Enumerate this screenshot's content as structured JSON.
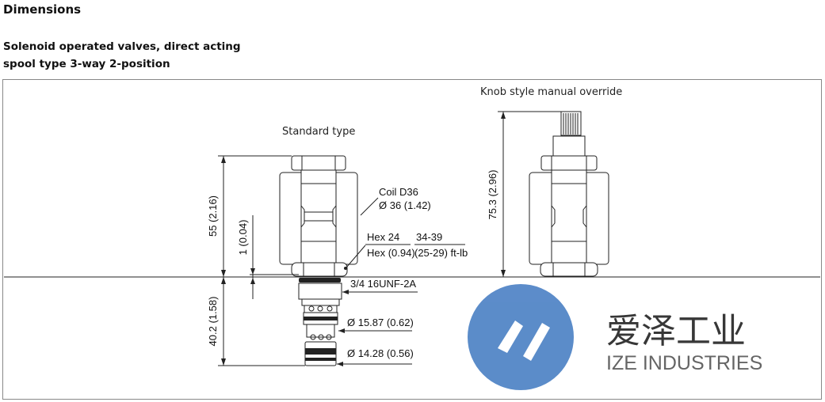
{
  "heading": "Dimensions",
  "subtitle_line1": "Solenoid operated valves, direct acting",
  "subtitle_line2": "spool type 3-way 2-position",
  "drawing": {
    "standard_caption": "Standard type",
    "knob_caption": "Knob style manual override",
    "dim_height_total": "55 (2.16)",
    "dim_offset": "1 (0.04)",
    "dim_cartridge": "40.2 (1.58)",
    "dim_knob_height": "75.3 (2.96)",
    "coil_label": "Coil D36",
    "coil_diameter": "Ø 36 (1.42)",
    "hex_label": "Hex 24",
    "hex_inch": "Hex (0.94)",
    "torque": "34-39",
    "torque_ftlb": "(25-29) ft-lb",
    "thread": "3/4 16UNF-2A",
    "diameter_1": "Ø 15.87 (0.62)",
    "diameter_2": "Ø 14.28 (0.56)"
  },
  "watermark": {
    "chinese": "爱泽工业",
    "english": "IZE INDUSTRIES",
    "logo_color": "#4a80c4"
  }
}
